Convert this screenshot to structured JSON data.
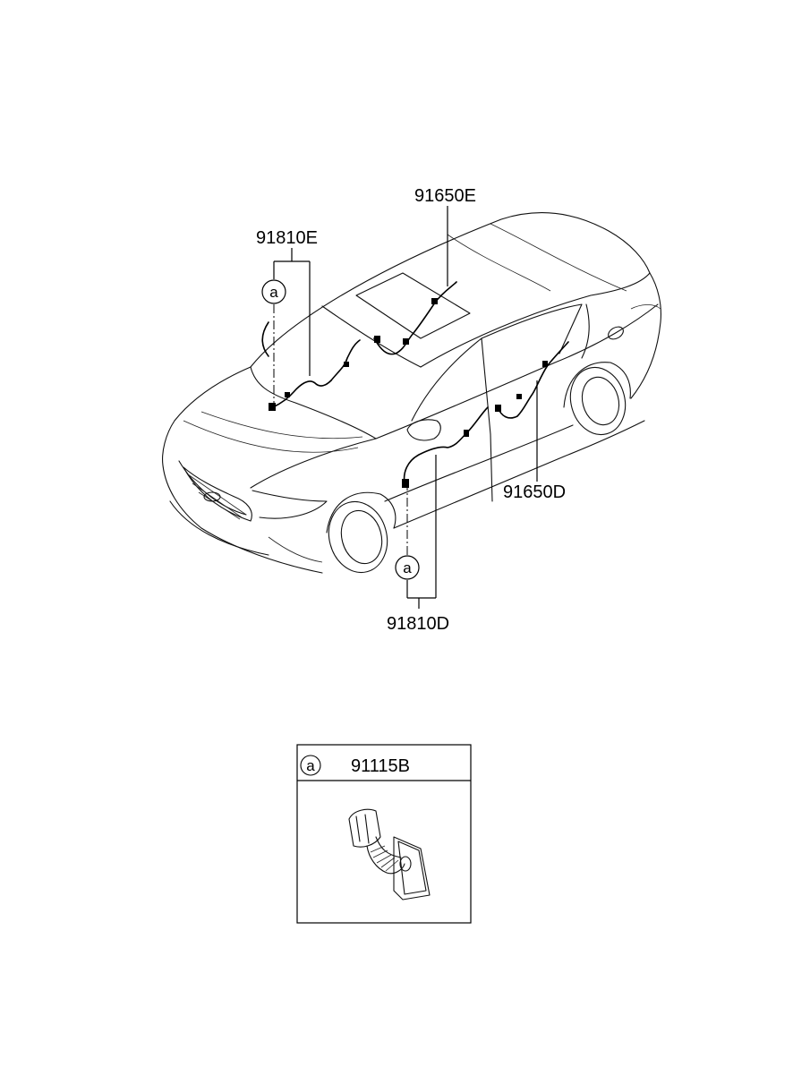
{
  "labels": {
    "part_91810E": "91810E",
    "part_91650E": "91650E",
    "part_91650D": "91650D",
    "part_91810D": "91810D"
  },
  "callouts": {
    "ref_a_top": "a",
    "ref_a_bottom": "a"
  },
  "detail_box": {
    "ref_letter": "a",
    "part_number": "91115B"
  }
}
